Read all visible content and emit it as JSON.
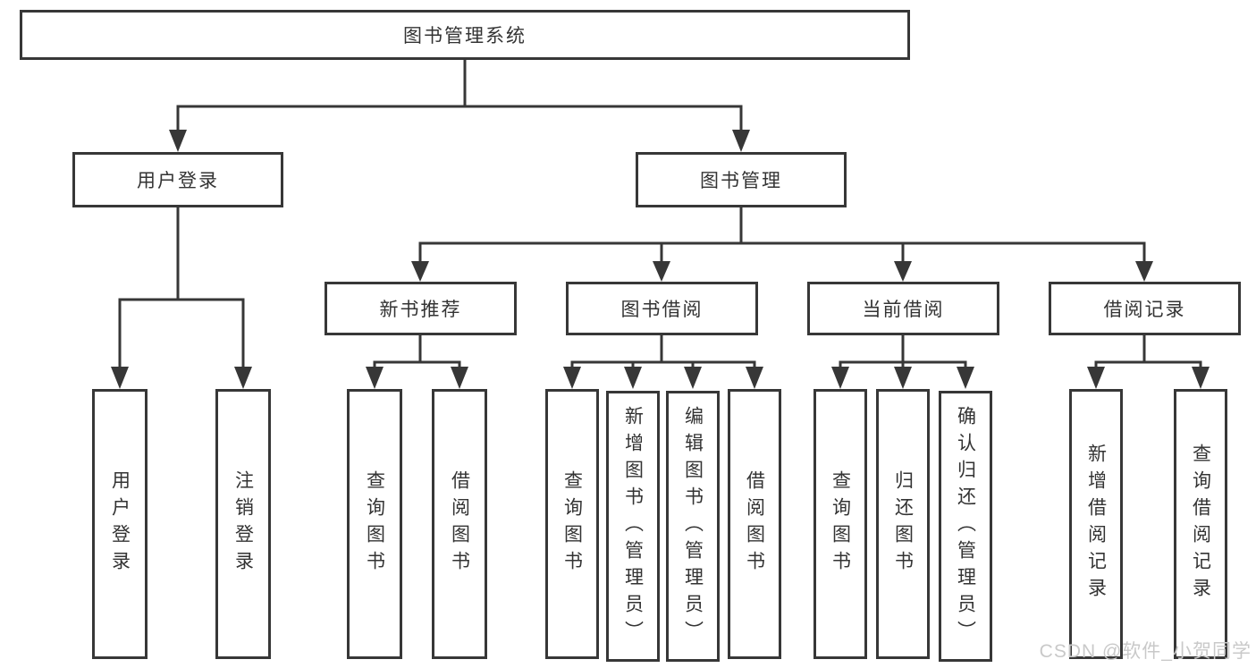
{
  "colors": {
    "line": "#373737",
    "text": "#333333",
    "watermark": "#c9c9c9",
    "background": "#ffffff"
  },
  "watermark": {
    "text": "CSDN @软件_小贺同学"
  },
  "tree": {
    "root": {
      "label": "图书管理系统",
      "children": [
        {
          "label": "用户登录",
          "children": [
            {
              "label": "用户登录"
            },
            {
              "label": "注销登录"
            }
          ]
        },
        {
          "label": "图书管理",
          "children": [
            {
              "label": "新书推荐",
              "children": [
                {
                  "label": "查询图书"
                },
                {
                  "label": "借阅图书"
                }
              ]
            },
            {
              "label": "图书借阅",
              "children": [
                {
                  "label": "查询图书"
                },
                {
                  "label": "新增图书（管理员）"
                },
                {
                  "label": "编辑图书（管理员）"
                },
                {
                  "label": "借阅图书"
                }
              ]
            },
            {
              "label": "当前借阅",
              "children": [
                {
                  "label": "查询图书"
                },
                {
                  "label": "归还图书"
                },
                {
                  "label": "确认归还（管理员）"
                }
              ]
            },
            {
              "label": "借阅记录",
              "children": [
                {
                  "label": "新增借阅记录"
                },
                {
                  "label": "查询借阅记录"
                }
              ]
            }
          ]
        }
      ]
    }
  }
}
